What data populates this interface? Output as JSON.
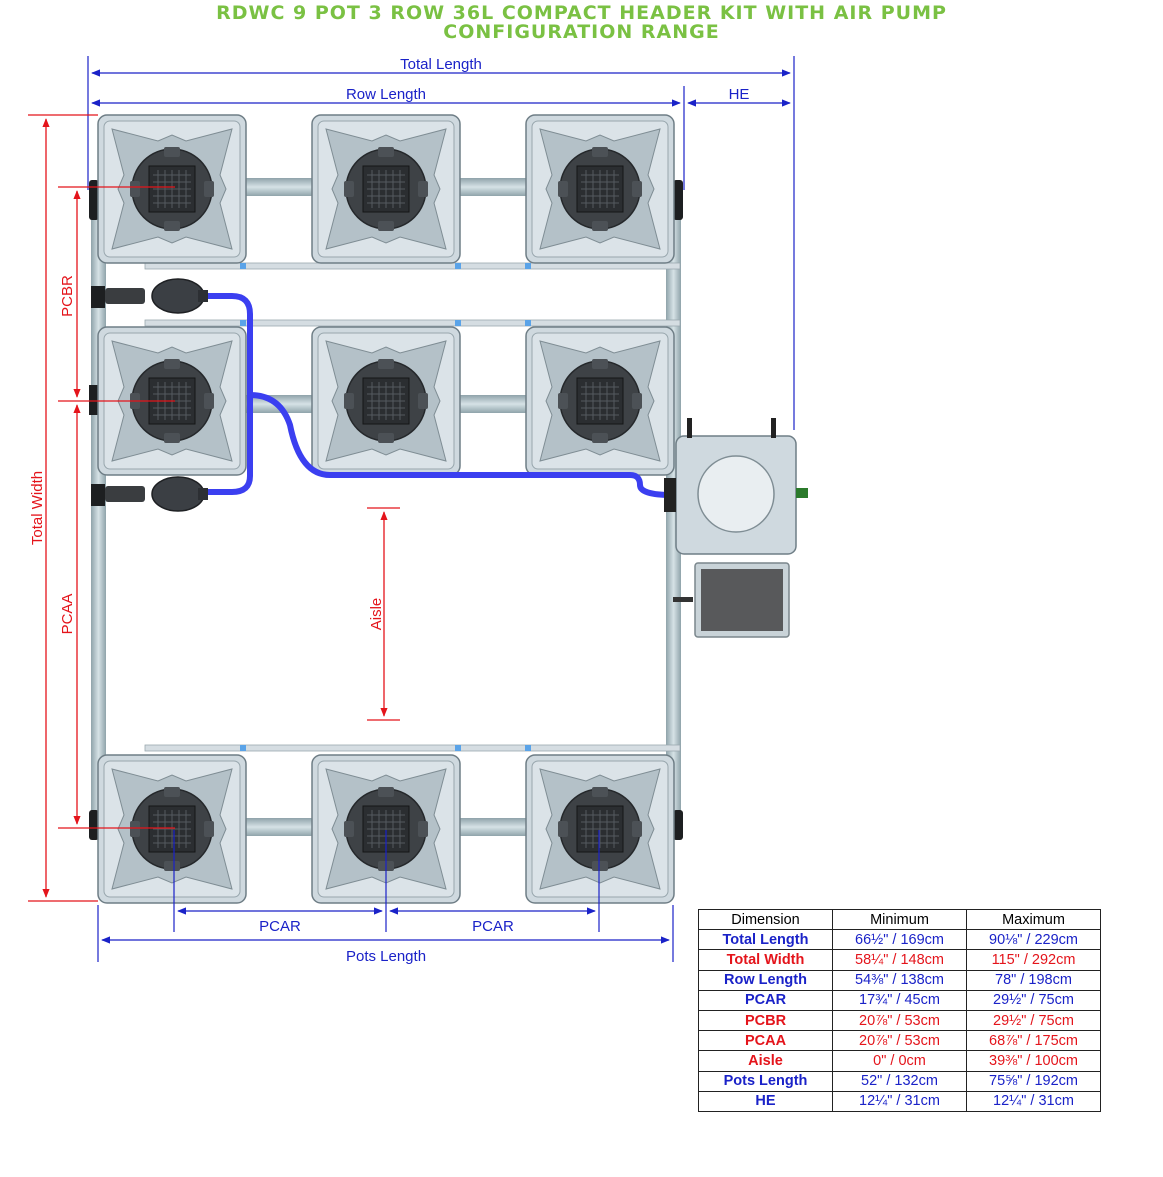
{
  "title": {
    "line1": "RDWC 9 POT 3 ROW 36L COMPACT HEADER KIT WITH AIR PUMP",
    "line2": "CONFIGURATION RANGE"
  },
  "colors": {
    "title": "#7ac143",
    "blue_dim": "#1a22c8",
    "red_dim": "#e4141b",
    "pot": "#cfd9df",
    "pipe": "#a9bcc3",
    "hose": "#3b3ff0"
  },
  "diagram_labels": {
    "total_length": "Total Length",
    "row_length": "Row Length",
    "he": "HE",
    "total_width": "Total Width",
    "pcbr": "PCBR",
    "pcaa": "PCAA",
    "aisle": "Aisle",
    "pcar_1": "PCAR",
    "pcar_2": "PCAR",
    "pots_length": "Pots Length"
  },
  "table": {
    "headers": [
      "Dimension",
      "Minimum",
      "Maximum"
    ],
    "rows": [
      {
        "name": "Total Length",
        "min": "66½\" / 169cm",
        "max": "90⅛\" / 229cm",
        "color": "#1a22c8"
      },
      {
        "name": "Total Width",
        "min": "58¼\" / 148cm",
        "max": "115\" / 292cm",
        "color": "#e4141b"
      },
      {
        "name": "Row Length",
        "min": "54⅜\" / 138cm",
        "max": "78\" / 198cm",
        "color": "#1a22c8"
      },
      {
        "name": "PCAR",
        "min": "17¾\" / 45cm",
        "max": "29½\" / 75cm",
        "color": "#1a22c8"
      },
      {
        "name": "PCBR",
        "min": "20⅞\" / 53cm",
        "max": "29½\" / 75cm",
        "color": "#e4141b"
      },
      {
        "name": "PCAA",
        "min": "20⅞\" / 53cm",
        "max": "68⅞\" / 175cm",
        "color": "#e4141b"
      },
      {
        "name": "Aisle",
        "min": "0\" / 0cm",
        "max": "39⅜\" / 100cm",
        "color": "#e4141b"
      },
      {
        "name": "Pots Length",
        "min": "52\" / 132cm",
        "max": "75⅝\" / 192cm",
        "color": "#1a22c8"
      },
      {
        "name": "HE",
        "min": "12¼\" / 31cm",
        "max": "12¼\" / 31cm",
        "color": "#1a22c8"
      }
    ]
  }
}
